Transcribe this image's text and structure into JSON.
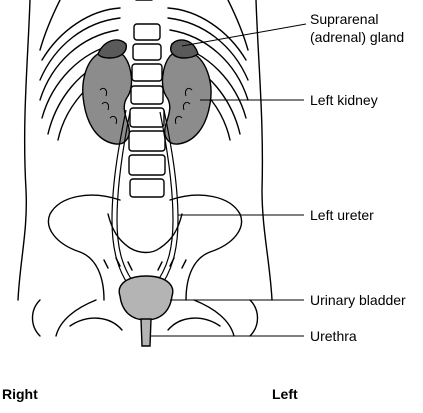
{
  "labels": {
    "suprarenal_line1": "Suprarenal",
    "suprarenal_line2": "(adrenal) gland",
    "left_kidney": "Left kidney",
    "left_ureter": "Left ureter",
    "urinary_bladder": "Urinary bladder",
    "urethra": "Urethra"
  },
  "orientation": {
    "right": "Right",
    "left": "Left"
  },
  "colors": {
    "organ_fill": "#8c8c8c",
    "adrenal_fill": "#5a5a5a",
    "bladder_fill": "#b4b4b4",
    "outline": "#000000"
  }
}
